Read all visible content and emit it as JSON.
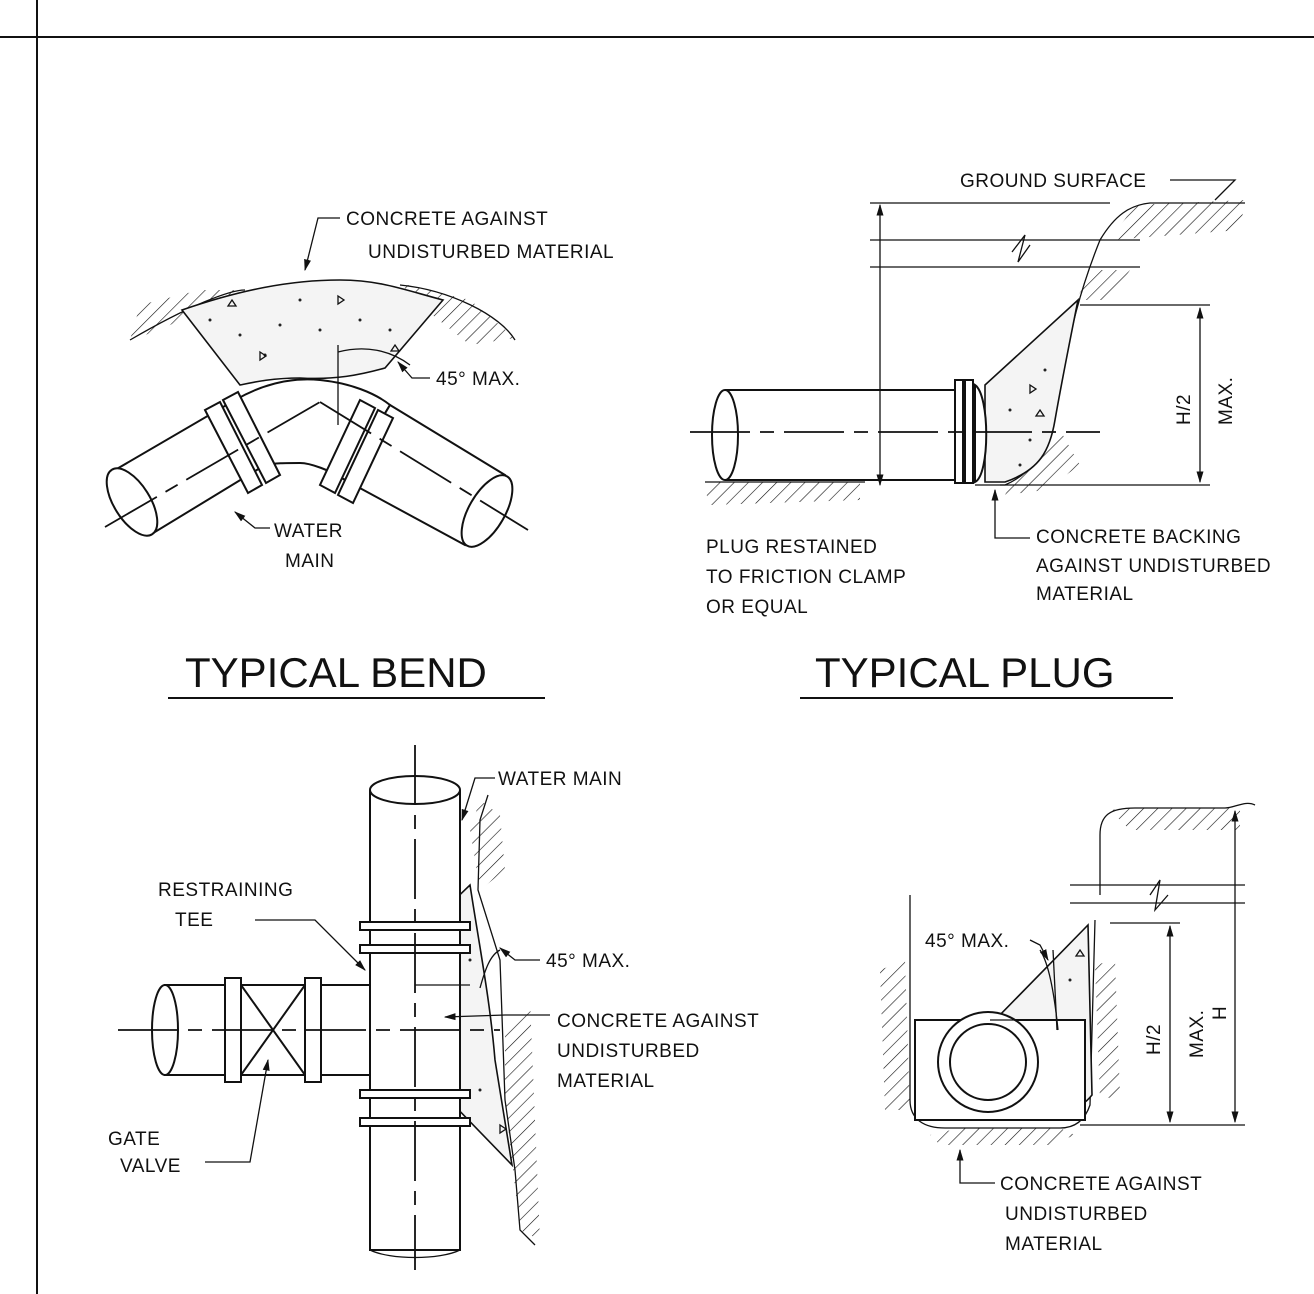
{
  "bend": {
    "title": "TYPICAL BEND",
    "label_concrete_1": "CONCRETE AGAINST",
    "label_concrete_2": "UNDISTURBED MATERIAL",
    "label_angle": "45° MAX.",
    "label_main_1": "WATER",
    "label_main_2": "MAIN"
  },
  "plug": {
    "title": "TYPICAL PLUG",
    "label_ground": "GROUND SURFACE",
    "label_h2": "H/2",
    "label_max": "MAX.",
    "label_plug_1": "PLUG RESTAINED",
    "label_plug_2": "TO FRICTION CLAMP",
    "label_plug_3": "OR EQUAL",
    "label_backing_1": "CONCRETE BACKING",
    "label_backing_2": "AGAINST UNDISTURBED",
    "label_backing_3": "MATERIAL"
  },
  "tee": {
    "label_main": "WATER MAIN",
    "label_tee_1": "RESTRAINING",
    "label_tee_2": "TEE",
    "label_angle": "45° MAX.",
    "label_concrete_1": "CONCRETE AGAINST",
    "label_concrete_2": "UNDISTURBED",
    "label_concrete_3": "MATERIAL",
    "label_valve_1": "GATE",
    "label_valve_2": "VALVE"
  },
  "section": {
    "label_angle": "45° MAX.",
    "label_h2": "H/2",
    "label_max": "MAX.",
    "label_h": "H",
    "label_concrete_1": "CONCRETE AGAINST",
    "label_concrete_2": "UNDISTURBED",
    "label_concrete_3": "MATERIAL"
  }
}
